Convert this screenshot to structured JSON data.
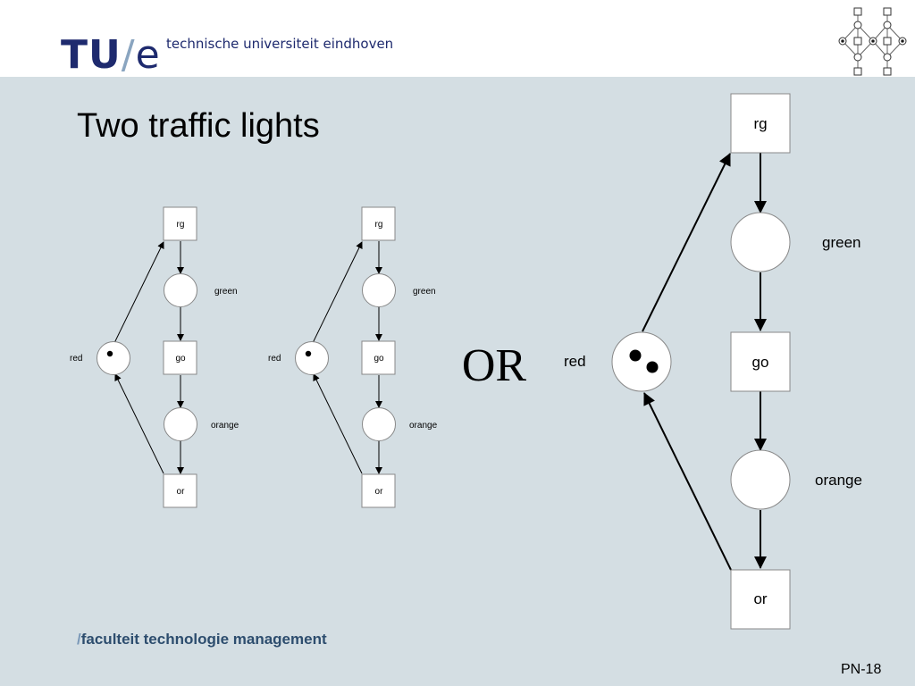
{
  "header": {
    "logo_tu": "TU",
    "logo_slash": "/",
    "logo_e": "e",
    "university": "technische universiteit eindhoven"
  },
  "slide": {
    "title": "Two traffic lights",
    "or_label": "OR",
    "footer_prefix": "/",
    "footer_text": "faculteit technologie management",
    "page_number": "PN-18"
  },
  "nets": {
    "left": {
      "labels": {
        "rg": "rg",
        "green": "green",
        "go": "go",
        "orange": "orange",
        "or": "or",
        "red": "red"
      },
      "red_tokens": 1
    },
    "middle": {
      "labels": {
        "rg": "rg",
        "green": "green",
        "go": "go",
        "orange": "orange",
        "or": "or",
        "red": "red"
      },
      "red_tokens": 1
    },
    "right": {
      "labels": {
        "rg": "rg",
        "green": "green",
        "go": "go",
        "orange": "orange",
        "or": "or",
        "red": "red"
      },
      "red_tokens": 2
    }
  }
}
